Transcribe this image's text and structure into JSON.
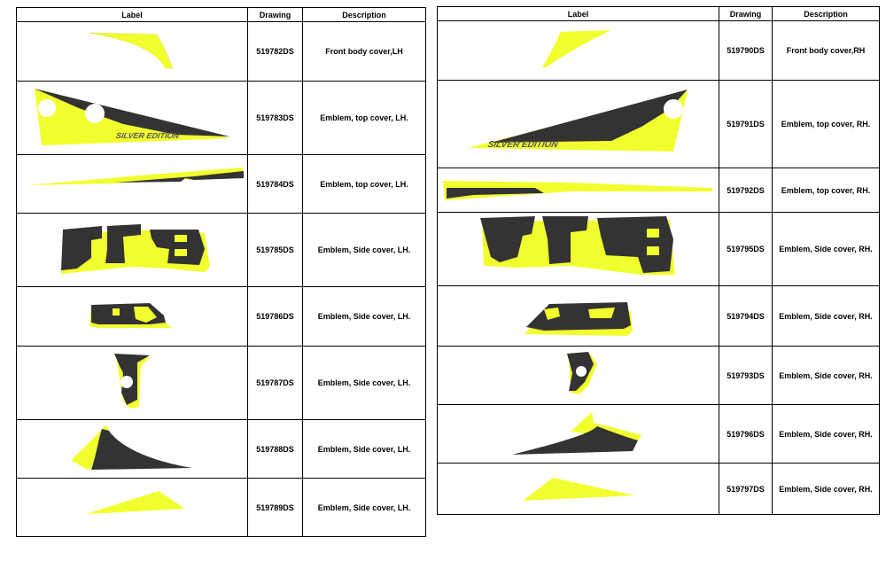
{
  "colors": {
    "accent": "#f2ff2e",
    "dark": "#333333"
  },
  "left_table": {
    "headers": {
      "label": "Label",
      "drawing": "Drawing",
      "description": "Description"
    },
    "rows": [
      {
        "drawing": "519782DS",
        "description": "Front body cover,LH"
      },
      {
        "drawing": "519783DS",
        "description": "Emblem, top cover, LH.",
        "label_text": "SILVER EDITION"
      },
      {
        "drawing": "519784DS",
        "description": "Emblem, top cover, LH."
      },
      {
        "drawing": "519785DS",
        "description": "Emblem, Side cover, LH."
      },
      {
        "drawing": "519786DS",
        "description": "Emblem, Side cover, LH."
      },
      {
        "drawing": "519787DS",
        "description": "Emblem, Side cover, LH."
      },
      {
        "drawing": "519788DS",
        "description": "Emblem, Side cover, LH."
      },
      {
        "drawing": "519789DS",
        "description": "Emblem, Side cover, LH."
      }
    ]
  },
  "right_table": {
    "headers": {
      "label": "Label",
      "drawing": "Drawing",
      "description": "Description"
    },
    "rows": [
      {
        "drawing": "519790DS",
        "description": "Front body cover,RH"
      },
      {
        "drawing": "519791DS",
        "description": "Emblem, top cover, RH.",
        "label_text": "SILVER EDITION"
      },
      {
        "drawing": "519792DS",
        "description": "Emblem, top cover, RH."
      },
      {
        "drawing": "519795DS",
        "description": "Emblem, Side cover, RH."
      },
      {
        "drawing": "519794DS",
        "description": "Emblem, Side cover, RH."
      },
      {
        "drawing": "519793DS",
        "description": "Emblem, Side cover, RH."
      },
      {
        "drawing": "519796DS",
        "description": "Emblem, Side cover, RH."
      },
      {
        "drawing": "519797DS",
        "description": "Emblem, Side cover, RH."
      }
    ]
  }
}
